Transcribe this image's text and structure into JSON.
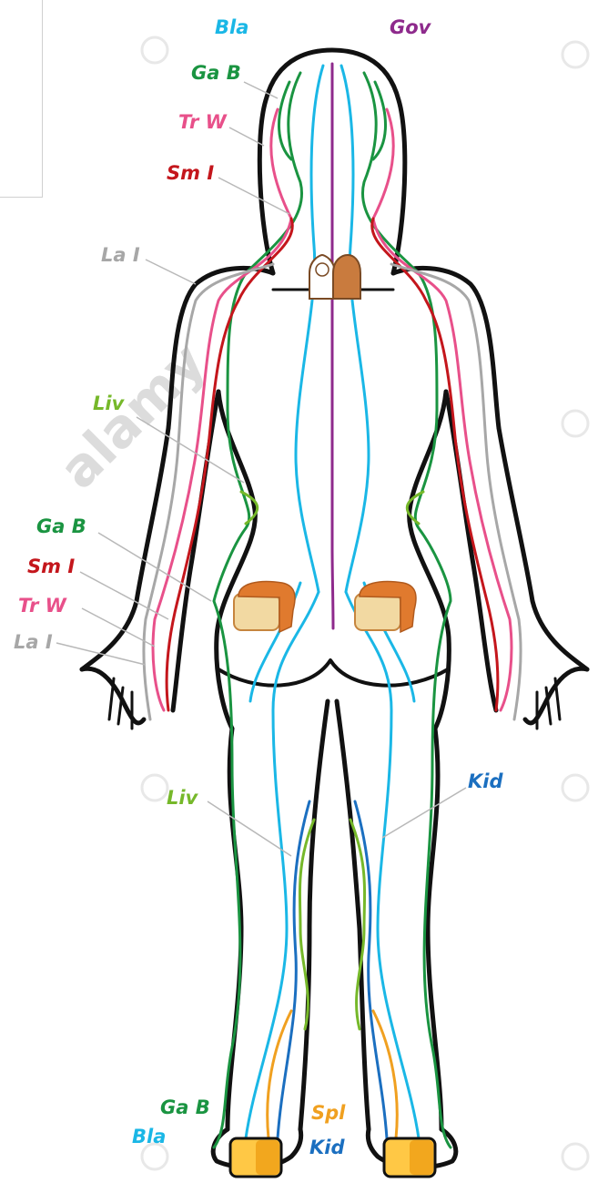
{
  "labels": {
    "top_bla": "Bla",
    "top_gov": "Gov",
    "top_ga_b": "Ga B",
    "top_tr_w": "Tr W",
    "top_sm_i": "Sm I",
    "top_la_i": "La I",
    "mid_liv": "Liv",
    "mid_ga_b": "Ga B",
    "mid_sm_i": "Sm I",
    "mid_tr_w": "Tr W",
    "mid_la_i": "La I",
    "leg_liv": "Liv",
    "leg_kid": "Kid",
    "foot_ga_b": "Ga B",
    "foot_bla": "Bla",
    "foot_spl": "Spl",
    "foot_kid": "Kid"
  },
  "watermark": "alamy",
  "colors": {
    "bla": "#1ab7e6",
    "gov": "#8e2a8c",
    "ga_b": "#1a9441",
    "tr_w": "#e8508a",
    "sm_i": "#c4161c",
    "la_i": "#a7a7a7",
    "liv": "#76b82a",
    "kid": "#1b6fc0",
    "spl": "#f0a020",
    "outline": "#111111"
  },
  "icons": [
    "bread-slice-icon",
    "bread-loaf-icon",
    "toast-icon"
  ]
}
